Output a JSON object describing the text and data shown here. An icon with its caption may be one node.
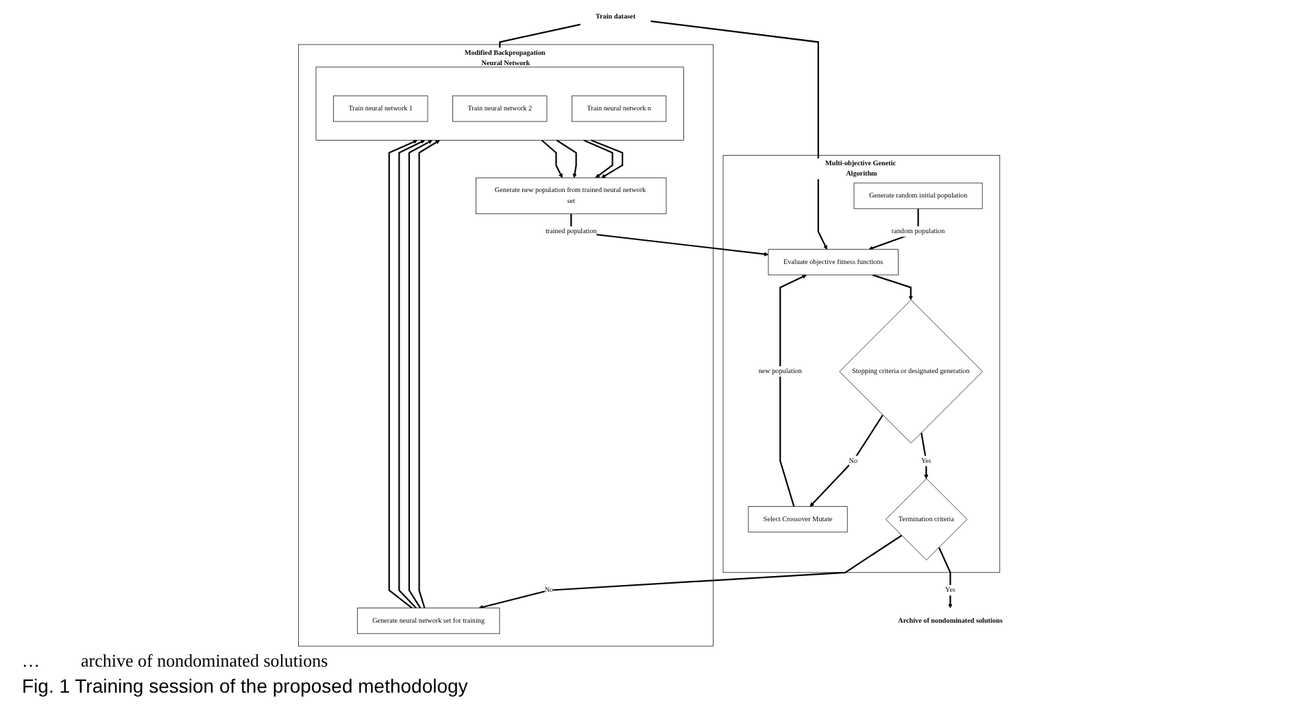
{
  "diagram": {
    "caption": "Fig. 1 Training session of the proposed methodology",
    "nodes": [
      {
        "text": [
          "Multi-objective Genetic Algorithm"
        ]
      },
      {
        "text": [
          "Generate random initial population"
        ],
        "in": 0
      },
      {
        "text": [
          "Evaluate objective fitness functions"
        ],
        "in": 0
      },
      {
        "text": [
          "Stopping criteria or designated generation"
        ],
        "in": 0
      },
      {
        "text": [
          "Select Crossover Mutate"
        ],
        "in": 0
      },
      {
        "text": [
          "Termination criteria"
        ],
        "in": 0
      },
      {
        "text": [
          "Modified Backpropagation Neural Network"
        ]
      },
      {
        "text": [
          "Generate new population from trained neural network set"
        ],
        "in": 6
      },
      {
        "text": [],
        "shape": "box",
        "in": 6
      },
      {
        "text": [
          "Train neural network 1"
        ],
        "in": 8
      },
      {
        "text": [
          "Train neural network 2"
        ],
        "in": 8
      },
      {
        "text": [
          "Train neural network n"
        ],
        "in": 8
      },
      {
        "text": [
          "Generate neural network set for training"
        ],
        "in": 6
      },
      {
        "text": [
          "Train dataset"
        ]
      },
      {
        "text": [
          "Archive of nondominated solutions"
        ]
      }
    ],
    "edges": [
      {
        "from": 1,
        "to": 2,
        "arrow": "to",
        "label": "random population"
      },
      {
        "from": 7,
        "to": 2,
        "arrow": "to",
        "label": "trained population"
      },
      {
        "from": 13,
        "to": 2,
        "arrow": "to"
      },
      {
        "from": 13,
        "to": 8,
        "arrow": "to"
      },
      {
        "from": 2,
        "to": 3,
        "arrow": "to"
      },
      {
        "from": 3,
        "to": 4,
        "arrow": "to",
        "label": "No"
      },
      {
        "from": 4,
        "to": 2,
        "arrow": "to",
        "label": "new population"
      },
      {
        "from": 3,
        "to": 5,
        "arrow": "to",
        "label": "Yes"
      },
      {
        "from": 5,
        "to": 14,
        "arrow": "to",
        "label": "Yes"
      },
      {
        "from": 5,
        "to": 12,
        "arrow": "to",
        "label": "No"
      },
      {
        "from": 12,
        "to": 8,
        "arrow": "to"
      },
      {
        "from": 12,
        "to": 8,
        "arrow": "to"
      },
      {
        "from": 12,
        "to": 8,
        "arrow": "to"
      },
      {
        "from": 12,
        "to": 8,
        "arrow": "to"
      },
      {
        "from": 8,
        "to": 7,
        "arrow": "to"
      },
      {
        "from": 8,
        "to": 7,
        "arrow": "to"
      },
      {
        "from": 8,
        "to": 7,
        "arrow": "to"
      },
      {
        "from": 8,
        "to": 7,
        "arrow": "to"
      }
    ],
    "labels": [
      "…",
      "archive of nondominated solutions"
    ]
  }
}
